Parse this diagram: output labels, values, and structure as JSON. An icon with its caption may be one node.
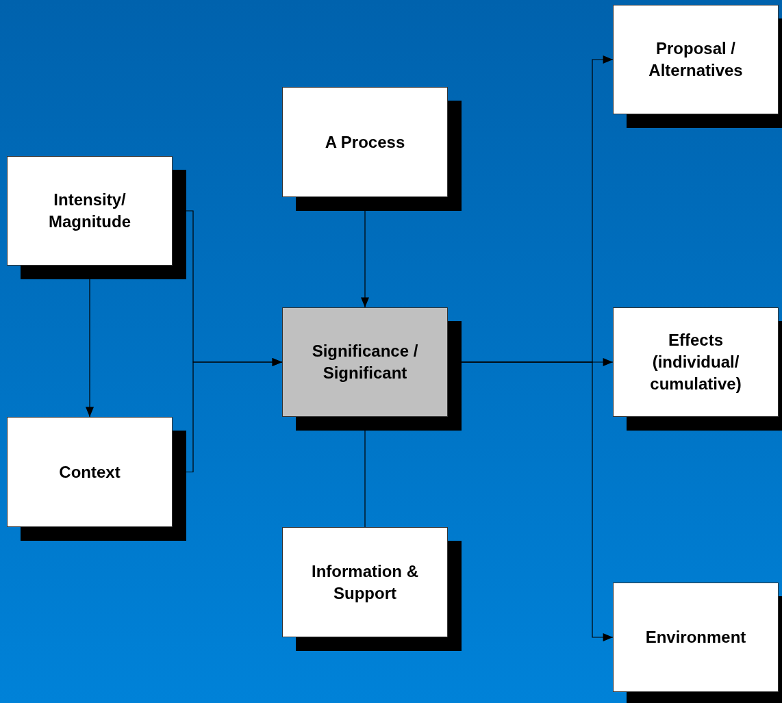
{
  "diagram": {
    "nodes": [
      {
        "text": [
          "Intensity/ Magnitude"
        ]
      },
      {
        "text": [
          "Context"
        ]
      },
      {
        "text": [
          "A Process"
        ]
      },
      {
        "text": [
          "Significance / Significant"
        ]
      },
      {
        "text": [
          "Information & Support"
        ]
      },
      {
        "text": [
          "Proposal / Alternatives"
        ]
      },
      {
        "text": [
          "Effects (individual/ cumulative)"
        ]
      },
      {
        "text": [
          "Environment"
        ]
      }
    ],
    "edges": [
      {
        "from": 0,
        "to": 1,
        "arrow": "to"
      },
      {
        "from": 0,
        "to": 3,
        "arrow": "to"
      },
      {
        "from": 1,
        "to": 3,
        "arrow": "to"
      },
      {
        "from": 2,
        "to": 3,
        "arrow": "to"
      },
      {
        "from": 4,
        "to": 3,
        "arrow": "none"
      },
      {
        "from": 3,
        "to": 5,
        "arrow": "to"
      },
      {
        "from": 3,
        "to": 6,
        "arrow": "to"
      },
      {
        "from": 3,
        "to": 7,
        "arrow": "to"
      }
    ]
  }
}
